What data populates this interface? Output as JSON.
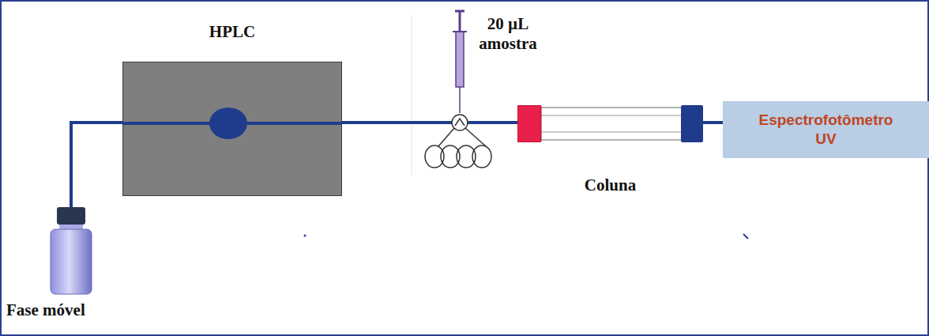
{
  "diagram": {
    "nodes": [
      {
        "text": [
          "Fase móvel"
        ]
      },
      {
        "text": [
          "HPLC"
        ]
      },
      {
        "text": [
          "20 µL amostra"
        ]
      },
      {
        "text": [
          "Coluna"
        ]
      },
      {
        "text": [
          "Espectrofotômetro UV"
        ]
      }
    ],
    "edges": [
      {
        "from": 0,
        "to": 1,
        "arrow": "none"
      },
      {
        "from": 1,
        "to": 2,
        "arrow": "none"
      },
      {
        "from": 2,
        "to": 3,
        "arrow": "none"
      },
      {
        "from": 3,
        "to": 4,
        "arrow": "none"
      }
    ]
  }
}
